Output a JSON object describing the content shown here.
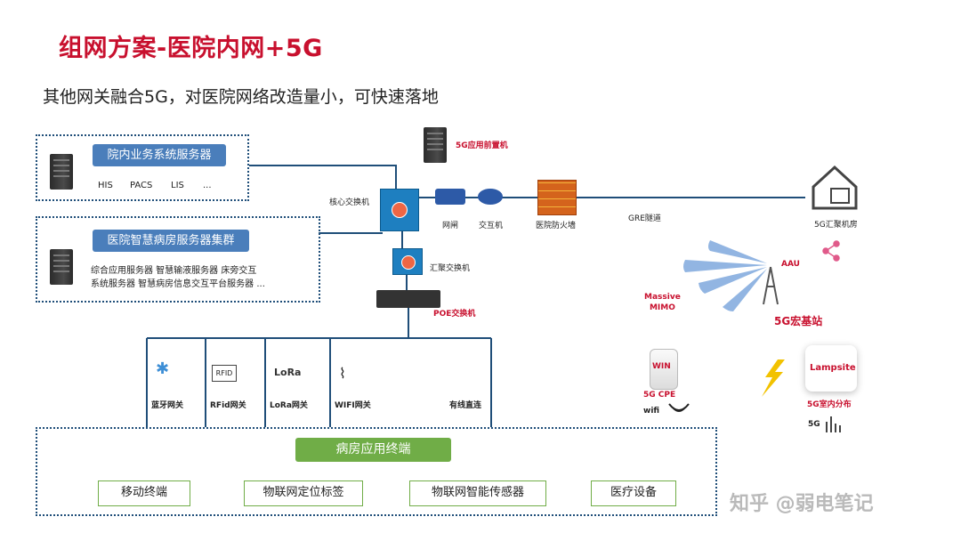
{
  "header": {
    "title": "组网方案-医院内网+5G",
    "subtitle": "其他网关融合5G，对医院网络改造量小，可快速落地"
  },
  "servers": {
    "hospital_business": {
      "label": "院内业务系统服务器",
      "items": [
        "HIS",
        "PACS",
        "LIS",
        "..."
      ]
    },
    "smart_ward": {
      "label": "医院智慧病房服务器集群",
      "line1": "综合应用服务器   智慧输液服务器   床旁交互",
      "line2": "系统服务器  智慧病房信息交互平台服务器    ..."
    }
  },
  "network": {
    "app_front": "5G应用前置机",
    "core_switch": "核心交换机",
    "gateway": "网闸",
    "interact_switch": "交互机",
    "firewall": "医院防火墙",
    "gre": "GRE隧道",
    "room_5g": "5G汇聚机房",
    "agg_switch": "汇聚交换机",
    "poe_switch": "POE交换机"
  },
  "gateways": [
    "蓝牙网关",
    "RFid网关",
    "LoRa网关",
    "WIFI网关",
    "有线直连"
  ],
  "gateway_icons": {
    "rfid": "RFID",
    "lora": "LoRa"
  },
  "terminals": {
    "header": "病房应用终端",
    "items": [
      "移动终端",
      "物联网定位标签",
      "物联网智能传感器",
      "医疗设备"
    ]
  },
  "wireless": {
    "massive_mimo": "Massive\nMIMO",
    "aau": "AAU",
    "macro": "5G宏基站",
    "cpe_win": "WIN",
    "cpe": "5G CPE",
    "wifi": "wifi",
    "lampsite": "Lampsite",
    "indoor": "5G室内分布",
    "signal": "5G"
  },
  "watermark": "知乎 @弱电笔记",
  "colors": {
    "title": "#c8102e",
    "line": "#1f4e79",
    "tag_blue": "#4a7ebb",
    "tag_green": "#70ad47"
  }
}
